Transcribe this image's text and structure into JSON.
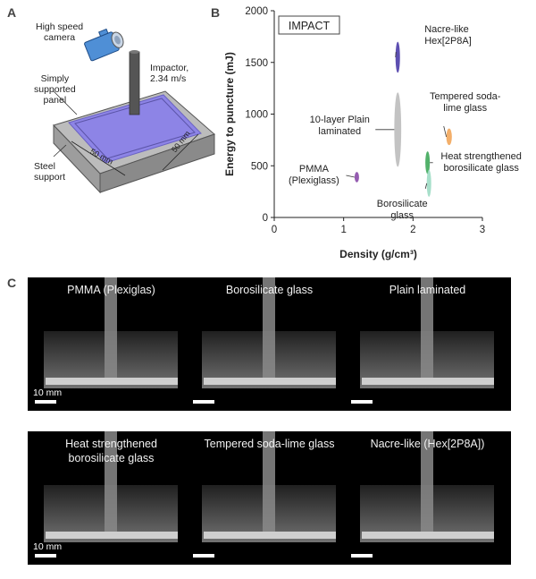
{
  "panel_a": {
    "letter": "A",
    "camera_label": "High speed\ncamera",
    "panel_label": "Simply\nsupported\npanel",
    "impactor_label": "Impactor,\n2.34 m/s",
    "dim_x_label": "50 mm",
    "dim_y_label": "50 mm",
    "support_label": "Steel\nsupport",
    "colors": {
      "panel": "#8d84e6",
      "support": "#b9b9b9",
      "camera": "#4f8fd6"
    }
  },
  "panel_b": {
    "letter": "B",
    "legend_box": "IMPACT"
  },
  "chart_data": {
    "type": "scatter",
    "title": "",
    "xlabel": "Density (g/cm³)",
    "ylabel": "Energy to puncture (mJ)",
    "xlim": [
      0,
      3
    ],
    "ylim": [
      0,
      2000
    ],
    "x_ticks": [
      0,
      1,
      2,
      3
    ],
    "y_ticks": [
      0,
      500,
      1000,
      1500,
      2000
    ],
    "grid": false,
    "series": [
      {
        "name": "Nacre-like\nHex[2P8A]",
        "x": 1.78,
        "y": 1550,
        "x_spread": 0.03,
        "y_spread": 150,
        "color": "#4b3ca8"
      },
      {
        "name": "10-layer Plain\nlaminated",
        "x": 1.78,
        "y": 850,
        "x_spread": 0.05,
        "y_spread": 360,
        "color": "#bdbdbd"
      },
      {
        "name": "Tempered soda-\nlime glass",
        "x": 2.52,
        "y": 780,
        "x_spread": 0.04,
        "y_spread": 80,
        "color": "#f2a65a"
      },
      {
        "name": "Heat strengthened\nborosilicate glass",
        "x": 2.21,
        "y": 530,
        "x_spread": 0.03,
        "y_spread": 110,
        "color": "#3fa85a"
      },
      {
        "name": "PMMA\n(Plexiglass)",
        "x": 1.19,
        "y": 390,
        "x_spread": 0.02,
        "y_spread": 50,
        "color": "#8a4aa8"
      },
      {
        "name": "Borosilicate\nglass",
        "x": 2.23,
        "y": 330,
        "x_spread": 0.03,
        "y_spread": 130,
        "color": "#9ddcc4"
      }
    ]
  },
  "panel_c": {
    "letter": "C",
    "scale_text": "10 mm",
    "photos": [
      {
        "label": "PMMA (Plexiglas)",
        "show_scale_text": true
      },
      {
        "label": "Borosilicate glass",
        "show_scale_text": false
      },
      {
        "label": "Plain laminated",
        "show_scale_text": false
      },
      {
        "label": "Heat strengthened\nborosilicate glass",
        "show_scale_text": true
      },
      {
        "label": "Tempered soda-lime glass",
        "show_scale_text": false
      },
      {
        "label": "Nacre-like (Hex[2P8A])",
        "show_scale_text": false
      }
    ]
  }
}
